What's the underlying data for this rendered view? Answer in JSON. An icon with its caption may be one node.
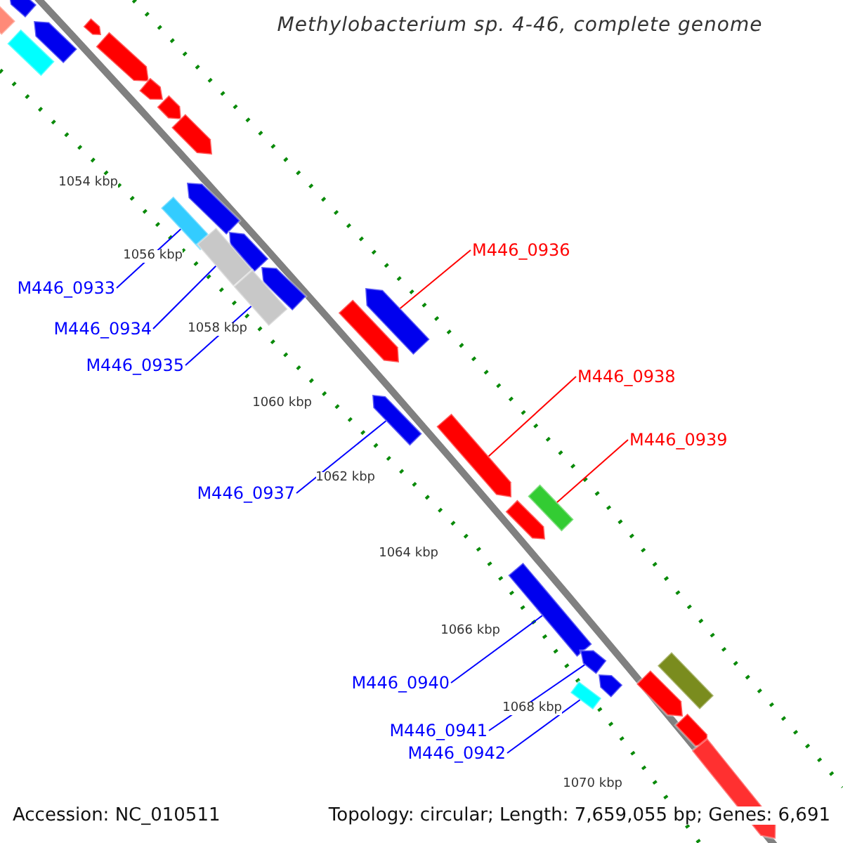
{
  "diagram": {
    "title": "Methylobacterium sp. 4-46, complete genome",
    "nodes": [
      {
        "text": [
          "M446_0933"
        ]
      },
      {
        "text": [
          "M446_0934"
        ]
      },
      {
        "text": [
          "M446_0935"
        ]
      },
      {
        "text": [
          "M446_0936"
        ]
      },
      {
        "text": [
          "M446_0937"
        ]
      },
      {
        "text": [
          "M446_0938"
        ]
      },
      {
        "text": [
          "M446_0939"
        ]
      },
      {
        "text": [
          "M446_0940"
        ]
      },
      {
        "text": [
          "M446_0941"
        ]
      },
      {
        "text": [
          "M446_0942"
        ]
      },
      {
        "text": [],
        "shape": "arrow"
      },
      {
        "text": [],
        "shape": "bar"
      },
      {
        "text": [],
        "shape": "arrow"
      },
      {
        "text": [],
        "shape": "bar"
      },
      {
        "text": [],
        "shape": "arrow"
      },
      {
        "text": [],
        "shape": "arrow"
      },
      {
        "text": [],
        "shape": "arrow"
      },
      {
        "text": [],
        "shape": "arrow"
      },
      {
        "text": [],
        "shape": "arrow"
      },
      {
        "text": [],
        "shape": "arrow"
      },
      {
        "text": [],
        "shape": "bar"
      },
      {
        "text": [],
        "shape": "arrow"
      },
      {
        "text": [],
        "shape": "bar"
      },
      {
        "text": [],
        "shape": "arrow"
      },
      {
        "text": [],
        "shape": "bar"
      },
      {
        "text": [],
        "shape": "arrow"
      },
      {
        "text": [],
        "shape": "arrow"
      },
      {
        "text": [],
        "shape": "arrow"
      },
      {
        "text": [],
        "shape": "arrow"
      },
      {
        "text": [],
        "shape": "arrow"
      },
      {
        "text": [],
        "shape": "arrow"
      },
      {
        "text": [],
        "shape": "bar"
      },
      {
        "text": [],
        "shape": "arrow"
      },
      {
        "text": [],
        "shape": "arrow"
      },
      {
        "text": [],
        "shape": "bar"
      },
      {
        "text": [],
        "shape": "arrow"
      },
      {
        "text": [],
        "shape": "arrow"
      },
      {
        "text": [],
        "shape": "arrow"
      },
      {
        "text": [],
        "shape": "arrow"
      }
    ],
    "edges": [
      {
        "from": 0,
        "to": 20,
        "arrow": "none"
      },
      {
        "from": 1,
        "to": 22,
        "arrow": "none"
      },
      {
        "from": 2,
        "to": 24,
        "arrow": "none"
      },
      {
        "from": 3,
        "to": 25,
        "arrow": "none",
        "color": "#ff0000"
      },
      {
        "from": 4,
        "to": 27,
        "arrow": "none"
      },
      {
        "from": 5,
        "to": 28,
        "arrow": "none",
        "color": "#ff0000"
      },
      {
        "from": 6,
        "to": 29,
        "arrow": "none",
        "color": "#ff0000"
      },
      {
        "from": 7,
        "to": 31,
        "arrow": "none"
      },
      {
        "from": 8,
        "to": 32,
        "arrow": "none"
      },
      {
        "from": 9,
        "to": 34,
        "arrow": "none"
      }
    ],
    "labels": [
      "1054 kbp",
      "1056 kbp",
      "1058 kbp",
      "1060 kbp",
      "1062 kbp",
      "1064 kbp",
      "1066 kbp",
      "1068 kbp",
      "1070 kbp",
      "Accession: NC_010511",
      "Topology: circular; Length: 7,659,055 bp; Genes: 6,691"
    ]
  }
}
